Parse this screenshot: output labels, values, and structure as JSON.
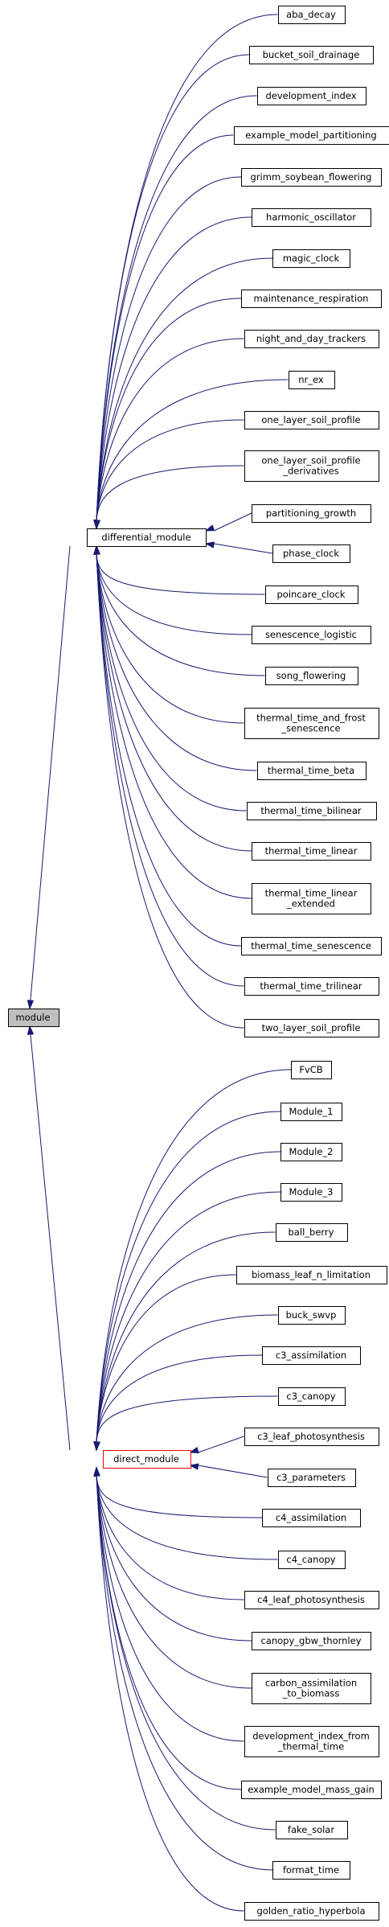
{
  "graph": {
    "root": {
      "id": "module",
      "label": "module"
    },
    "groups": [
      {
        "id": "differential_module",
        "label": "differential_module",
        "highlighted": false,
        "children": [
          [
            "aba_decay"
          ],
          [
            "bucket_soil_drainage"
          ],
          [
            "development_index"
          ],
          [
            "example_model_partitioning"
          ],
          [
            "grimm_soybean_flowering"
          ],
          [
            "harmonic_oscillator"
          ],
          [
            "magic_clock"
          ],
          [
            "maintenance_respiration"
          ],
          [
            "night_and_day_trackers"
          ],
          [
            "nr_ex"
          ],
          [
            "one_layer_soil_profile"
          ],
          [
            "one_layer_soil_profile",
            "_derivatives"
          ],
          [
            "partitioning_growth"
          ],
          [
            "phase_clock"
          ],
          [
            "poincare_clock"
          ],
          [
            "senescence_logistic"
          ],
          [
            "song_flowering"
          ],
          [
            "thermal_time_and_frost",
            "_senescence"
          ],
          [
            "thermal_time_beta"
          ],
          [
            "thermal_time_bilinear"
          ],
          [
            "thermal_time_linear"
          ],
          [
            "thermal_time_linear",
            "_extended"
          ],
          [
            "thermal_time_senescence"
          ],
          [
            "thermal_time_trilinear"
          ],
          [
            "two_layer_soil_profile"
          ]
        ]
      },
      {
        "id": "direct_module",
        "label": "direct_module",
        "highlighted": true,
        "children": [
          [
            "FvCB"
          ],
          [
            "Module_1"
          ],
          [
            "Module_2"
          ],
          [
            "Module_3"
          ],
          [
            "ball_berry"
          ],
          [
            "biomass_leaf_n_limitation"
          ],
          [
            "buck_swvp"
          ],
          [
            "c3_assimilation"
          ],
          [
            "c3_canopy"
          ],
          [
            "c3_leaf_photosynthesis"
          ],
          [
            "c3_parameters"
          ],
          [
            "c4_assimilation"
          ],
          [
            "c4_canopy"
          ],
          [
            "c4_leaf_photosynthesis"
          ],
          [
            "canopy_gbw_thornley"
          ],
          [
            "carbon_assimilation",
            "_to_biomass"
          ],
          [
            "development_index_from",
            "_thermal_time"
          ],
          [
            "example_model_mass_gain"
          ],
          [
            "fake_solar"
          ],
          [
            "format_time"
          ],
          [
            "golden_ratio_hyperbola"
          ]
        ]
      }
    ],
    "colors": {
      "edge": "#191970",
      "root_fill": "#bfbfbf",
      "highlight_border": "#ff0000"
    }
  }
}
